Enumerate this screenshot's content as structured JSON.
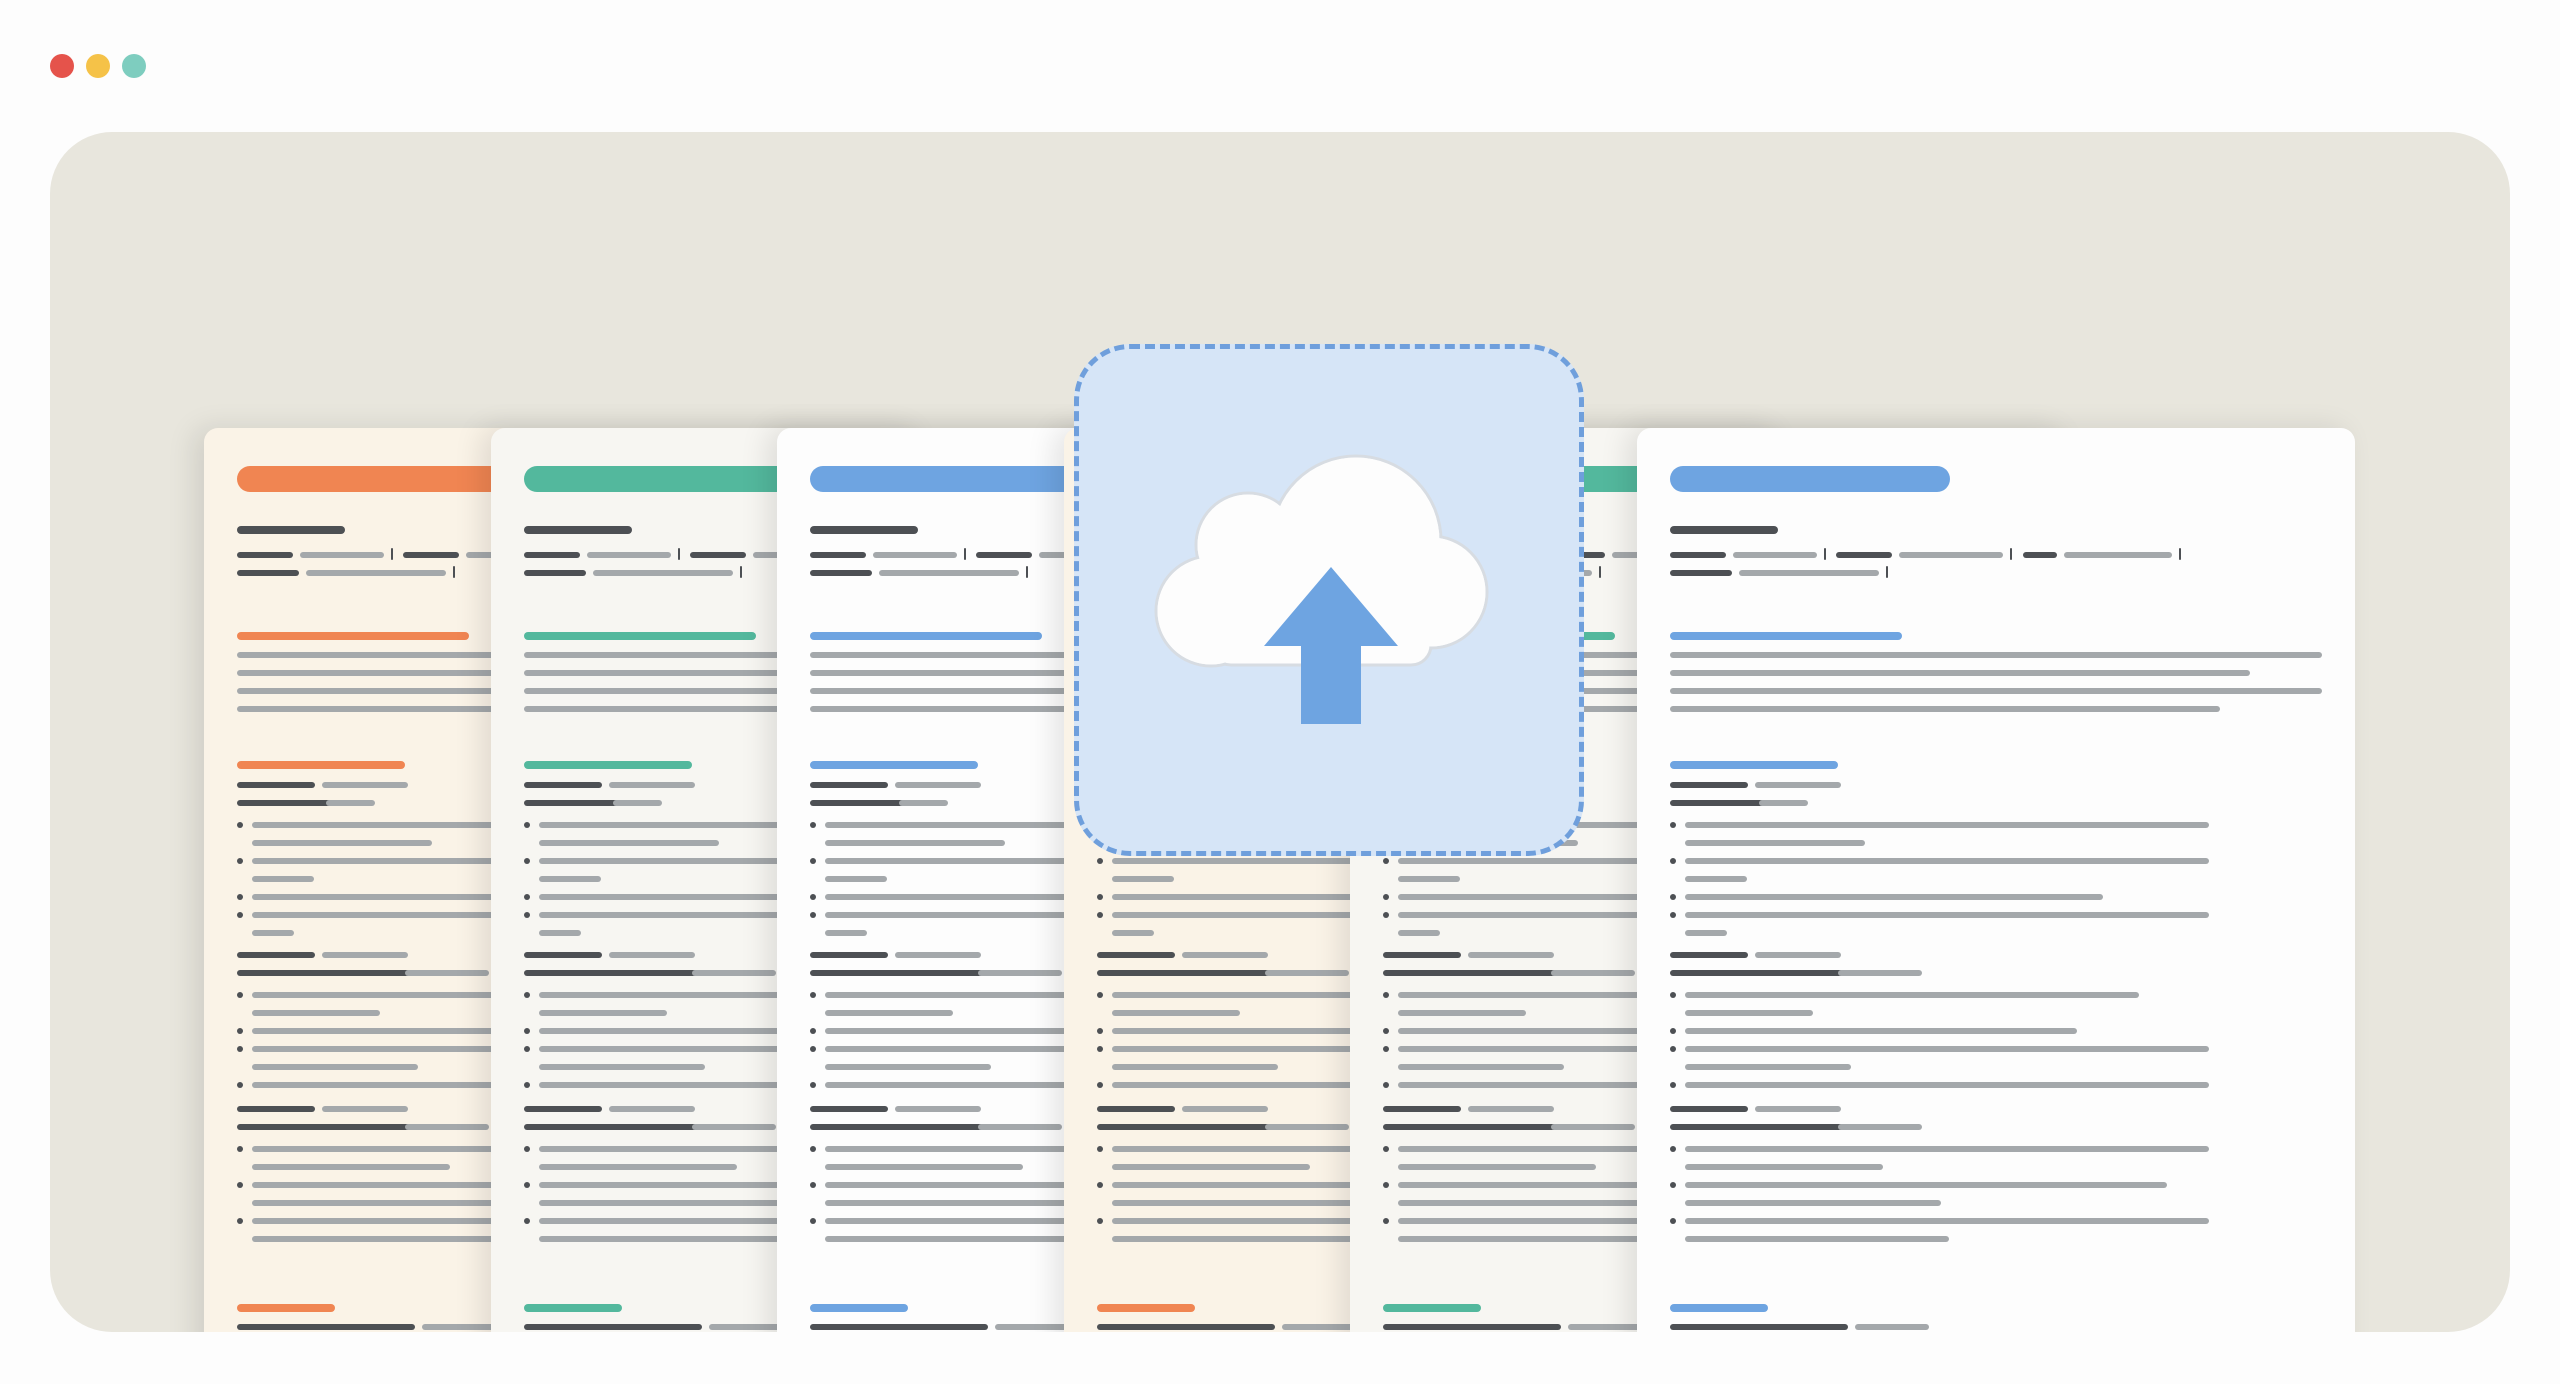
{
  "window": {
    "controls": [
      {
        "name": "close",
        "color": "#e5534b"
      },
      {
        "name": "minimize",
        "color": "#f5c248"
      },
      {
        "name": "zoom",
        "color": "#7ecdbf"
      }
    ]
  },
  "documents": [
    {
      "name": "orange",
      "accent": "#f08552",
      "paper": "#faf3e7"
    },
    {
      "name": "teal",
      "accent": "#53b89d",
      "paper": "#f7f6f2"
    },
    {
      "name": "blue",
      "accent": "#6ea4e1",
      "paper": "#fdfdfd"
    },
    {
      "name": "orange-2",
      "accent": "#f08552",
      "paper": "#faf3e7"
    },
    {
      "name": "teal-2",
      "accent": "#53b89d",
      "paper": "#f7f6f2"
    },
    {
      "name": "blue-front",
      "accent": "#6ea4e1",
      "paper": "#fdfdfd"
    }
  ],
  "upload": {
    "icon": "cloud-upload-icon",
    "dropzone_fill": "#d6e5f7",
    "dropzone_border": "#6f9fdc",
    "arrow_color": "#6ea4e1"
  },
  "colors": {
    "background": "#fdfdfd",
    "panel": "#e8e6dd",
    "dark_line": "#4d5054",
    "light_line": "#a4a8ab"
  }
}
